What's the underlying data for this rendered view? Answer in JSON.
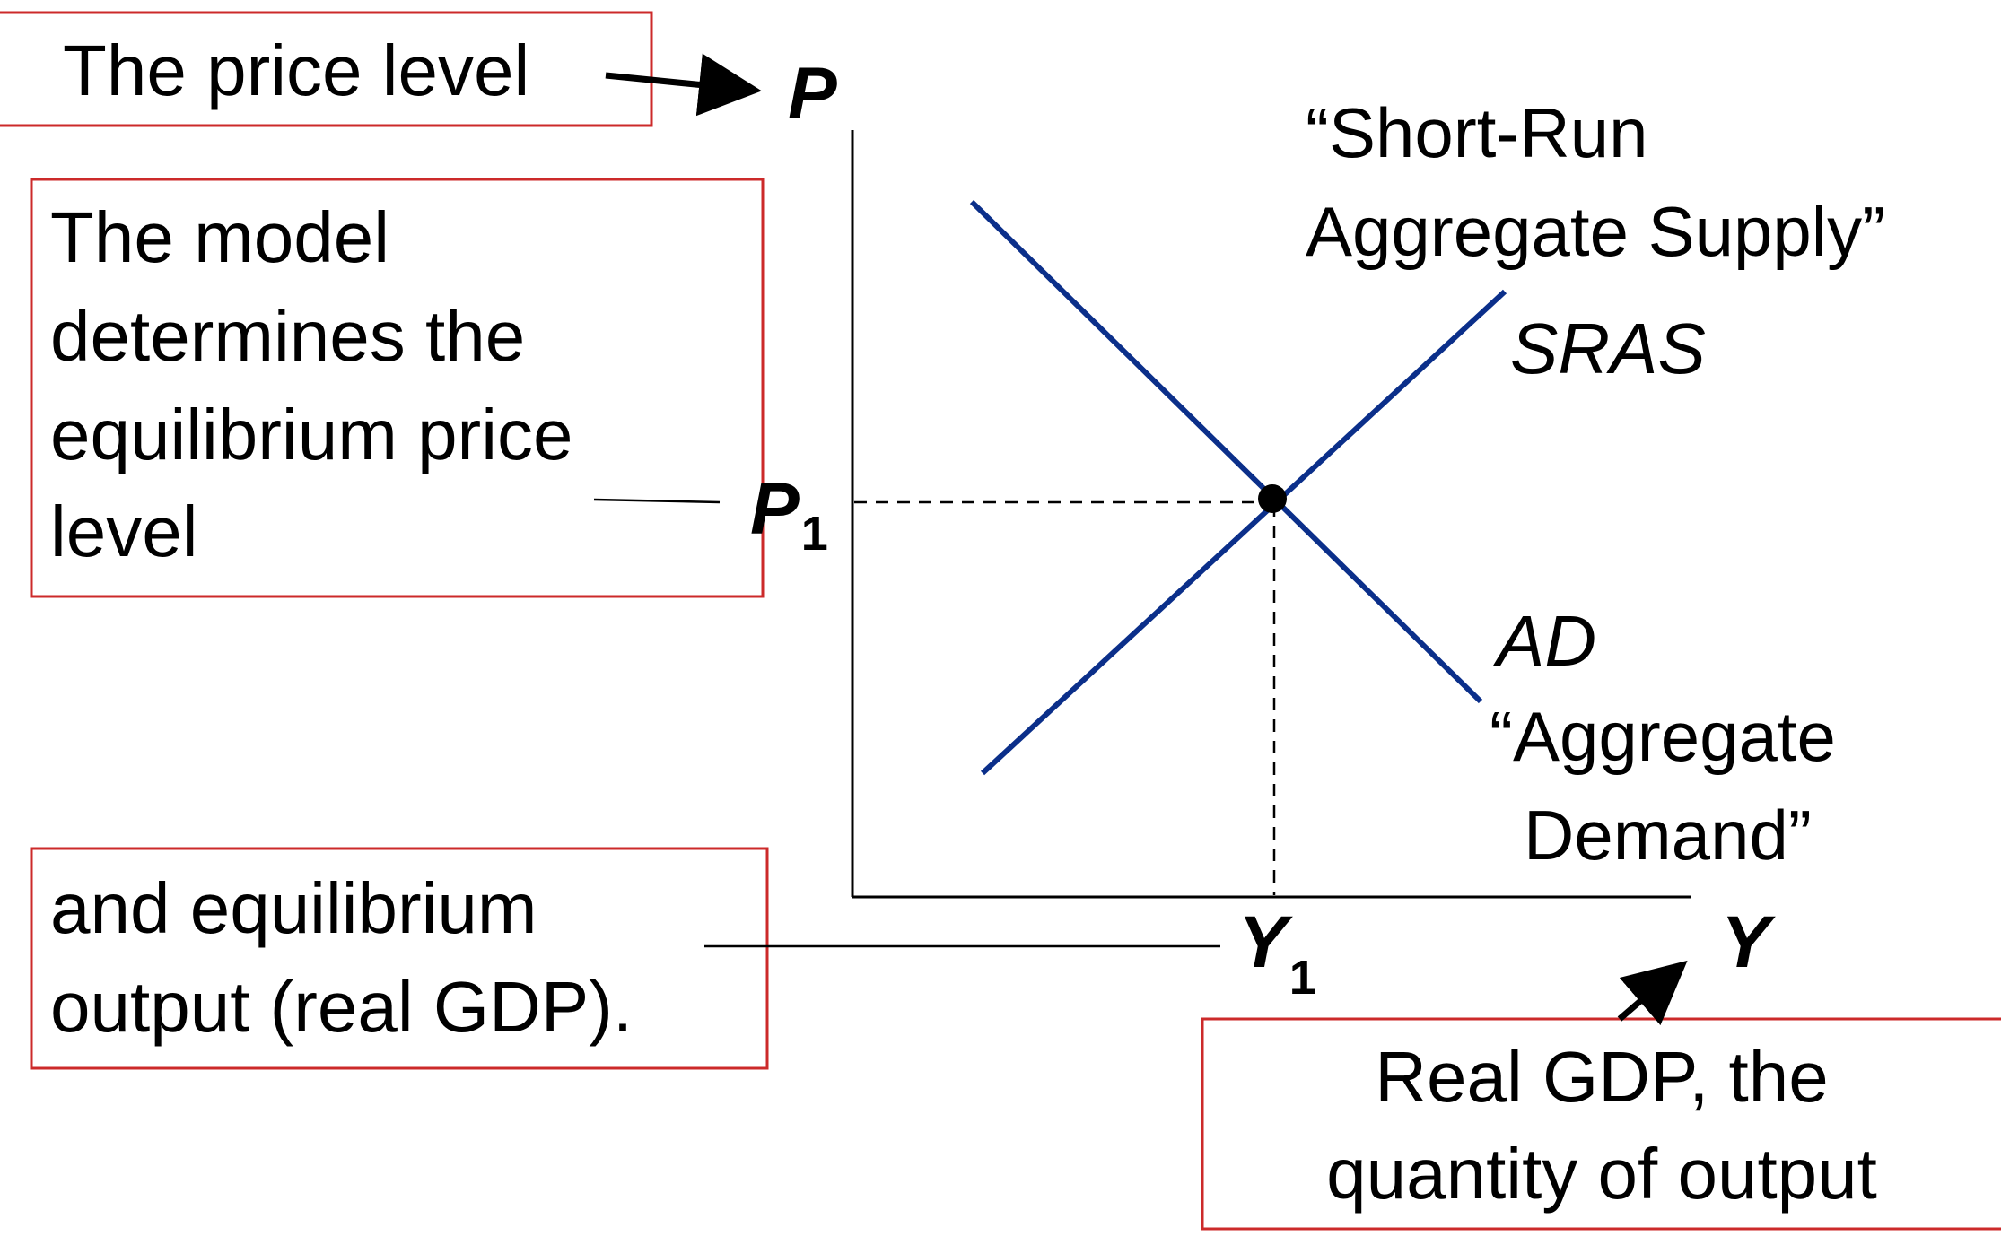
{
  "annotations": {
    "price_level": "The price level",
    "model_lines": [
      "The model",
      "determines the",
      "equilibrium price",
      "level"
    ],
    "output_lines": [
      "and equilibrium",
      "output (real GDP)."
    ],
    "gdp_lines": [
      "Real GDP, the",
      "quantity of output"
    ]
  },
  "axes": {
    "y_label": "P",
    "x_label": "Y",
    "p_eq_letter": "P",
    "p_eq_sub": "1",
    "y_eq_letter": "Y",
    "y_eq_sub": "1"
  },
  "curves": {
    "sras_label": "SRAS",
    "sras_title_lines": [
      "“Short-Run",
      "Aggregate Supply”"
    ],
    "ad_label": "AD",
    "ad_title_lines": [
      "“Aggregate",
      "Demand”"
    ]
  },
  "colors": {
    "curve": "#0b2f8a",
    "box_border": "#cc2a2a",
    "text": "#000000"
  }
}
